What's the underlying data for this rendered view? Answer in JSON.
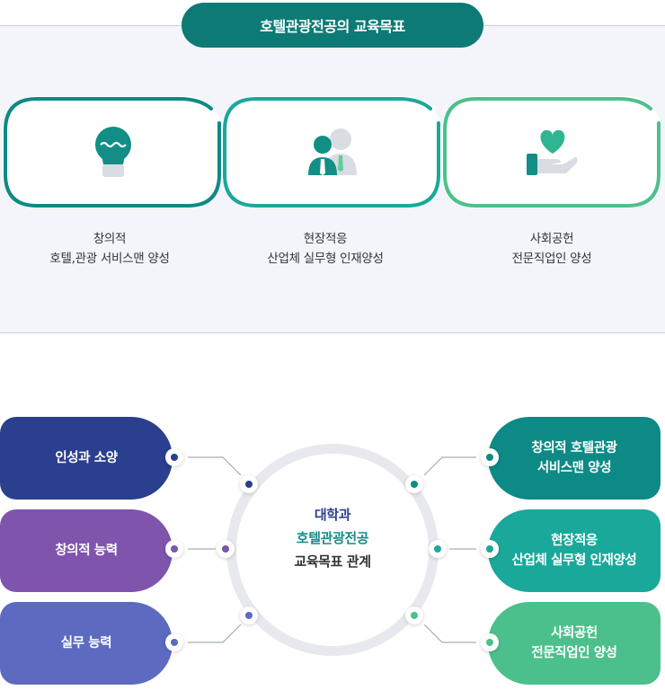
{
  "title": "호텔관광전공의 교육목표",
  "goals": [
    {
      "line1": "창의적",
      "line2": "호텔,관광 서비스맨 양성",
      "icon": "lightbulb-icon",
      "color": "#0d8a85"
    },
    {
      "line1": "현장적응",
      "line2": "산업체 실무형 인재양성",
      "icon": "people-icon",
      "color": "#1aa89a"
    },
    {
      "line1": "사회공헌",
      "line2": "전문직업인 양성",
      "icon": "heart-hand-icon",
      "color": "#4cc08c"
    }
  ],
  "center": {
    "line1": "대학과",
    "line2": "호텔관광전공",
    "line3": "교육목표 관계",
    "colors": {
      "line1": "#2b3f8f",
      "line2": "#138e86",
      "line3": "#333333"
    }
  },
  "left_items": [
    {
      "line1": "인성과 소양",
      "color": "#2b3f8f"
    },
    {
      "line1": "창의적 능력",
      "color": "#7f54ad"
    },
    {
      "line1": "실무 능력",
      "color": "#5c6bbf"
    }
  ],
  "right_items": [
    {
      "line1": "창의적 호텔관광",
      "line2": "서비스맨 양성",
      "color": "#0d8a85"
    },
    {
      "line1": "현장적응",
      "line2": "산업체 실무형 인재양성",
      "color": "#1aa89a"
    },
    {
      "line1": "사회공헌",
      "line2": "전문직업인 양성",
      "color": "#4cc08c"
    }
  ]
}
